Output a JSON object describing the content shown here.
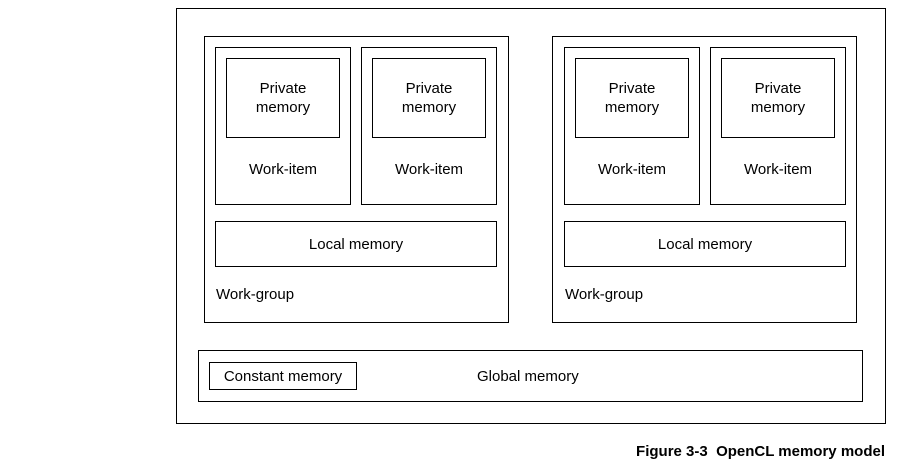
{
  "diagram": {
    "work_groups": [
      {
        "label": "Work-group",
        "local_memory_label": "Local memory",
        "work_items": [
          {
            "label": "Work-item",
            "private_memory_label": "Private\nmemory"
          },
          {
            "label": "Work-item",
            "private_memory_label": "Private\nmemory"
          }
        ]
      },
      {
        "label": "Work-group",
        "local_memory_label": "Local memory",
        "work_items": [
          {
            "label": "Work-item",
            "private_memory_label": "Private\nmemory"
          },
          {
            "label": "Work-item",
            "private_memory_label": "Private\nmemory"
          }
        ]
      }
    ],
    "constant_memory_label": "Constant memory",
    "global_memory_label": "Global memory"
  },
  "caption": "Figure 3-3  OpenCL memory model"
}
